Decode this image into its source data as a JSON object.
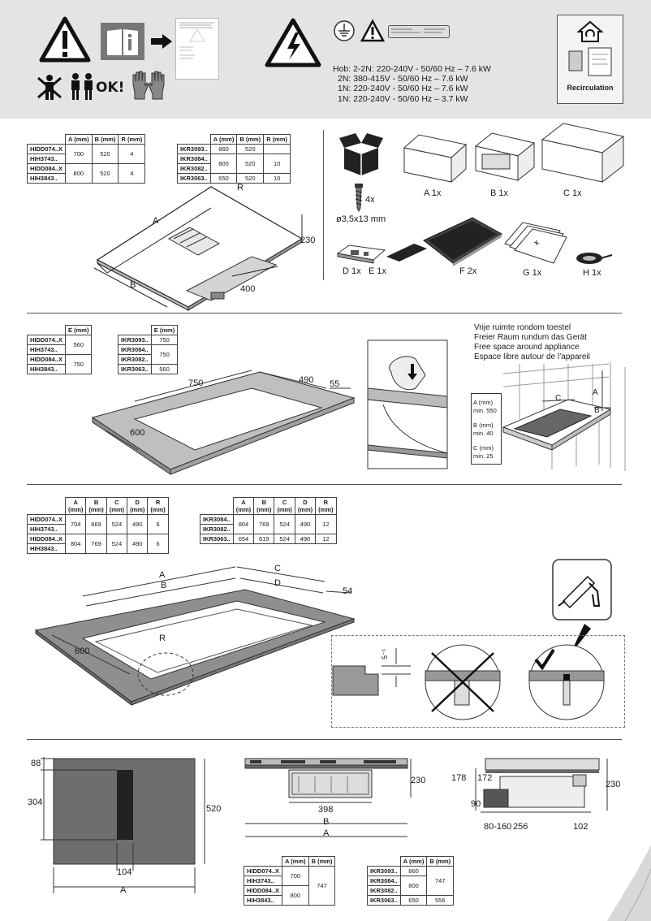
{
  "header": {
    "ok_label": "OK!",
    "hob_lines": [
      "Hob:  2-2N: 220-240V - 50/60 Hz – 7.6 kW",
      "2N: 380-415V - 50/60 Hz – 7.6 kW",
      "1N: 220-240V - 50/60 Hz – 7.6 kW",
      "1N: 220-240V - 50/60 Hz – 3.7 kW"
    ],
    "recirculation_label": "Recirculation"
  },
  "section1": {
    "table_left": {
      "headers": [
        "",
        "A (mm)",
        "B (mm)",
        "R (mm)"
      ],
      "groups": [
        {
          "models": [
            "HIDD074..X",
            "HIH3743.."
          ],
          "values": [
            "700",
            "520",
            "4"
          ]
        },
        {
          "models": [
            "HIDD084..X",
            "HIH3843.."
          ],
          "values": [
            "800",
            "520",
            "4"
          ]
        }
      ]
    },
    "table_right": {
      "headers": [
        "",
        "A (mm)",
        "B (mm)",
        "R (mm)"
      ],
      "rows": [
        {
          "model": "IKR3093..",
          "values": [
            "860",
            "520",
            ""
          ]
        },
        {
          "model": "IKR3084..",
          "values": [
            "800",
            "520",
            "10"
          ]
        },
        {
          "model": "IKR3082..",
          "values": [
            "",
            "",
            ""
          ]
        },
        {
          "model": "IKR3063..",
          "values": [
            "650",
            "520",
            "10"
          ]
        }
      ]
    },
    "dims": {
      "a": "A",
      "b": "B",
      "r": "R",
      "h": "230",
      "d": "400"
    },
    "parts": {
      "screws_qty": "4x",
      "screw_size": "ø3,5x13 mm",
      "a": "A  1x",
      "b": "B  1x",
      "c": "C  1x",
      "d": "D  1x",
      "e": "E  1x",
      "f": "F  2x",
      "g": "G  1x",
      "h": "H  1x"
    }
  },
  "section2": {
    "table_left": {
      "headers": [
        "",
        "E (mm)"
      ],
      "groups": [
        {
          "models": [
            "HIDD074..X",
            "HIH3743.."
          ],
          "value": "560"
        },
        {
          "models": [
            "HIDD084..X",
            "HIH3843.."
          ],
          "value": "750"
        }
      ]
    },
    "table_right": {
      "headers": [
        "",
        "E (mm)"
      ],
      "rows": [
        {
          "model": "IKR3093..",
          "value": "750"
        },
        {
          "model": "IKR3084..",
          "value": "750"
        },
        {
          "model": "IKR3082..",
          "value": ""
        },
        {
          "model": "IKR3063..",
          "value": "560"
        }
      ]
    },
    "dims": {
      "w": "750",
      "d": "490",
      "r": "55",
      "f": "600"
    },
    "free_space_lines": [
      "Vrije ruimte rondom toestel",
      "Freier Raum rundum das Gerät",
      "Free space around appliance",
      "Espace libre autour de l’appareil"
    ],
    "clearances": [
      {
        "label": "A (mm)",
        "value": "min. 550"
      },
      {
        "label": "B (mm)",
        "value": "min. 40"
      },
      {
        "label": "C (mm)",
        "value": "min. 25"
      }
    ],
    "letters": {
      "a": "A",
      "b": "B",
      "c": "C"
    }
  },
  "section3": {
    "table_left": {
      "headers": [
        "",
        "A\n(mm)",
        "B\n(mm)",
        "C\n(mm)",
        "D\n(mm)",
        "R\n(mm)"
      ],
      "groups": [
        {
          "models": [
            "HIDD074..X",
            "HIH3743.."
          ],
          "values": [
            "704",
            "669",
            "524",
            "490",
            "6"
          ]
        },
        {
          "models": [
            "HIDD084..X",
            "HIH3843.."
          ],
          "values": [
            "804",
            "769",
            "524",
            "490",
            "6"
          ]
        }
      ]
    },
    "table_right": {
      "headers": [
        "",
        "A\n(mm)",
        "B\n(mm)",
        "C\n(mm)",
        "D\n(mm)",
        "R\n(mm)"
      ],
      "rows": [
        {
          "model": "IKR3084..",
          "values": [
            "804",
            "769",
            "524",
            "490",
            "12"
          ]
        },
        {
          "model": "IKR3082..",
          "values": [
            "",
            "",
            "",
            "",
            ""
          ]
        },
        {
          "model": "IKR3063..",
          "values": [
            "654",
            "619",
            "524",
            "490",
            "12"
          ]
        }
      ]
    },
    "dims": {
      "a": "A",
      "b": "B",
      "c": "C",
      "d": "D",
      "r": "R",
      "depth": "600",
      "rim": "54",
      "tol": "5⁻¹"
    }
  },
  "section4": {
    "dims": {
      "top": "88",
      "left": "304",
      "right": "520",
      "bottom": "104",
      "a": "A",
      "front_h": "230",
      "front_w": "398",
      "front_b": "B",
      "front_a": "A",
      "side_178": "178",
      "side_172": "172",
      "side_90": "90",
      "side_230": "230",
      "side_range": "80-160",
      "side_256": "256",
      "side_102": "102"
    },
    "table_left": {
      "headers": [
        "",
        "A (mm)",
        "B (mm)"
      ],
      "groups": [
        {
          "models": [
            "HIDD074..X",
            "HIH3743.."
          ],
          "value": "700"
        },
        {
          "models": [
            "HIDD084..X",
            "HIH3843.."
          ],
          "value": "800"
        }
      ],
      "shared_b": "747"
    },
    "table_right": {
      "headers": [
        "",
        "A (mm)",
        "B (mm)"
      ],
      "rows": [
        {
          "model": "IKR3093..",
          "a": "860"
        },
        {
          "model": "IKR3084..",
          "a": "800"
        },
        {
          "model": "IKR3082..",
          "a": ""
        },
        {
          "model": "IKR3063..",
          "a": "650",
          "b": "556"
        }
      ],
      "shared_b": "747"
    }
  }
}
